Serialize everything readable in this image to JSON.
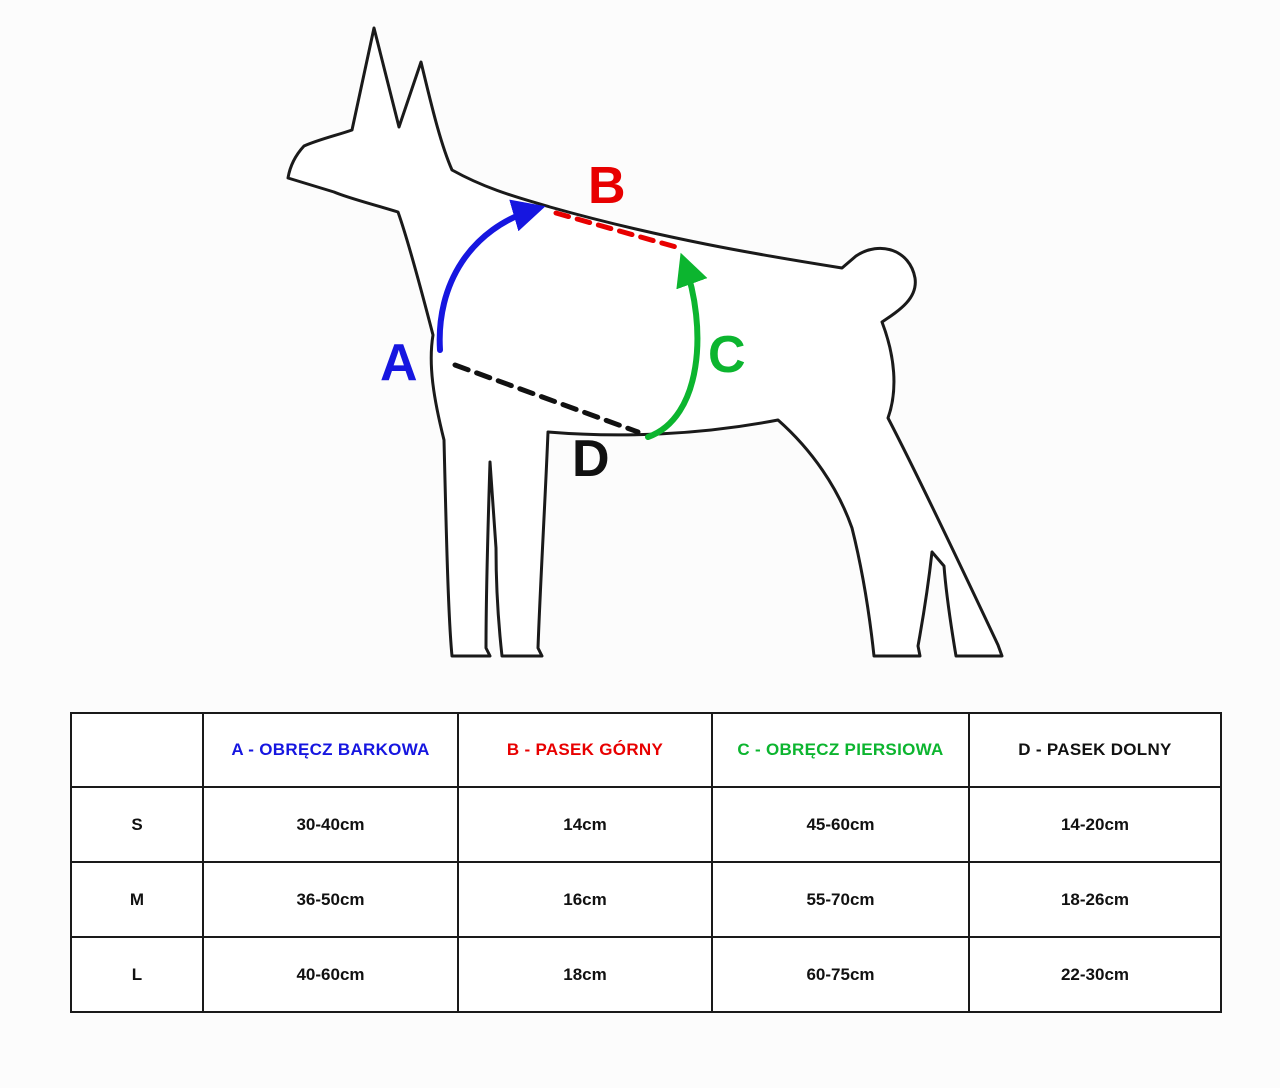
{
  "diagram": {
    "labels": {
      "a": "A",
      "b": "B",
      "c": "C",
      "d": "D"
    },
    "colors": {
      "a": "#1616e0",
      "b": "#e80000",
      "c": "#0cb52f",
      "d": "#111111",
      "outline": "#1a1a1a"
    }
  },
  "table": {
    "columns": [
      {
        "label": "",
        "color": "#111111"
      },
      {
        "label": "A - OBRĘCZ BARKOWA",
        "color": "#1616e0"
      },
      {
        "label": "B - PASEK GÓRNY",
        "color": "#e80000"
      },
      {
        "label": "C - OBRĘCZ PIERSIOWA",
        "color": "#0cb52f"
      },
      {
        "label": "D - PASEK DOLNY",
        "color": "#111111"
      }
    ],
    "rows": [
      {
        "size": "S",
        "values": [
          "30-40cm",
          "14cm",
          "45-60cm",
          "14-20cm"
        ]
      },
      {
        "size": "M",
        "values": [
          "36-50cm",
          "16cm",
          "55-70cm",
          "18-26cm"
        ]
      },
      {
        "size": "L",
        "values": [
          "40-60cm",
          "18cm",
          "60-75cm",
          "22-30cm"
        ]
      }
    ]
  }
}
